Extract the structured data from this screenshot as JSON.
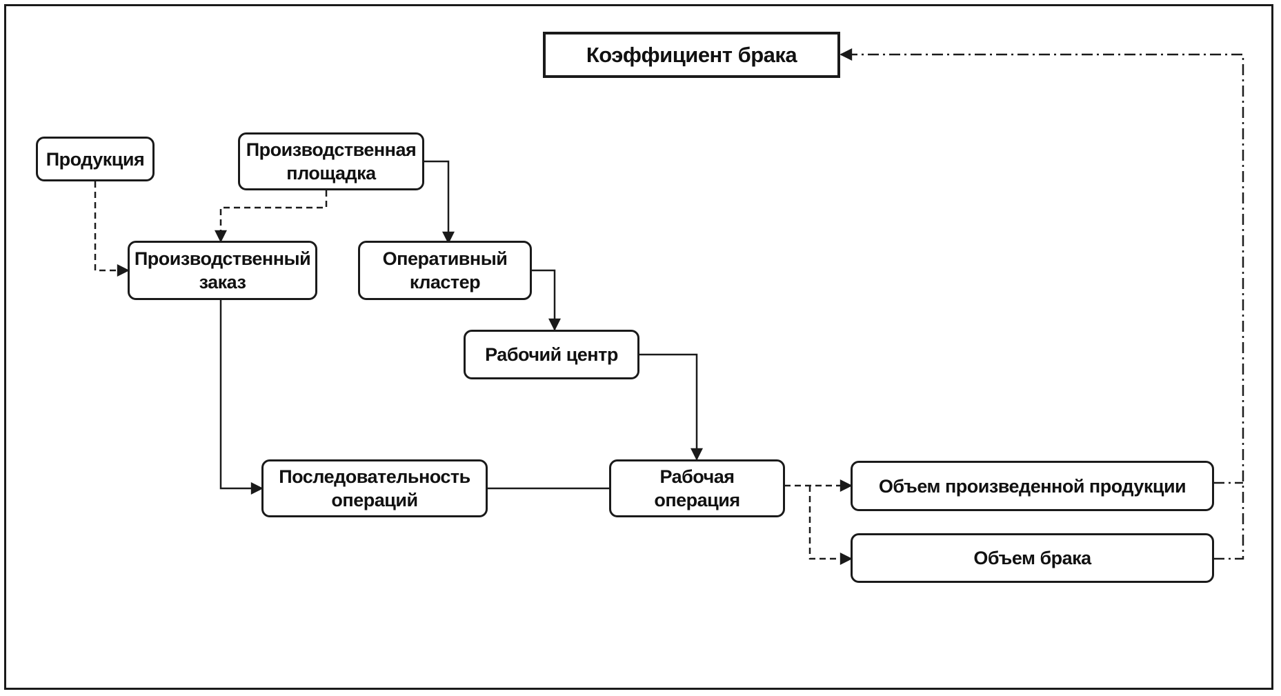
{
  "diagram": {
    "nodes": {
      "defect_ratio": "Коэффициент брака",
      "product": "Продукция",
      "production_site": "Производственная\nплощадка",
      "production_order": "Производственный\nзаказ",
      "operational_cluster": "Оперативный\nкластер",
      "work_center": "Рабочий центр",
      "operation_sequence": "Последовательность\nопераций",
      "work_operation": "Рабочая\nоперация",
      "produced_volume": "Объем произведенной продукции",
      "defect_volume": "Объем брака"
    }
  },
  "colors": {
    "line": "#1a1a1a",
    "background": "#ffffff"
  }
}
